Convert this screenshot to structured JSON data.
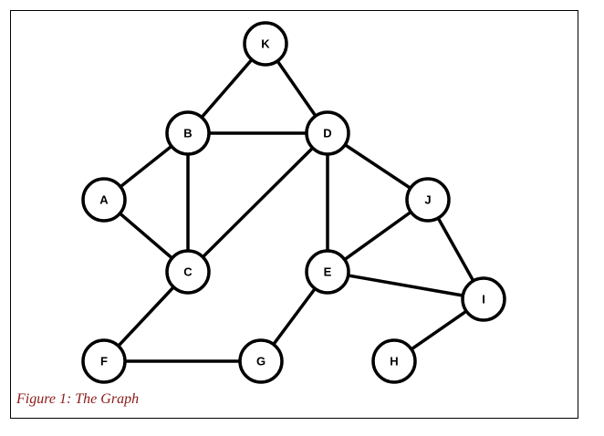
{
  "caption": "Figure 1: The Graph",
  "colors": {
    "caption": "#8b1a1a",
    "stroke": "#000000",
    "node_fill": "#ffffff"
  },
  "nodes": [
    "K",
    "B",
    "D",
    "A",
    "J",
    "C",
    "E",
    "I",
    "F",
    "G",
    "H"
  ],
  "edges": [
    [
      "K",
      "B"
    ],
    [
      "K",
      "D"
    ],
    [
      "B",
      "D"
    ],
    [
      "B",
      "A"
    ],
    [
      "B",
      "C"
    ],
    [
      "A",
      "C"
    ],
    [
      "D",
      "C"
    ],
    [
      "D",
      "E"
    ],
    [
      "D",
      "J"
    ],
    [
      "J",
      "E"
    ],
    [
      "J",
      "I"
    ],
    [
      "E",
      "I"
    ],
    [
      "E",
      "G"
    ],
    [
      "C",
      "F"
    ],
    [
      "F",
      "G"
    ],
    [
      "I",
      "H"
    ]
  ]
}
